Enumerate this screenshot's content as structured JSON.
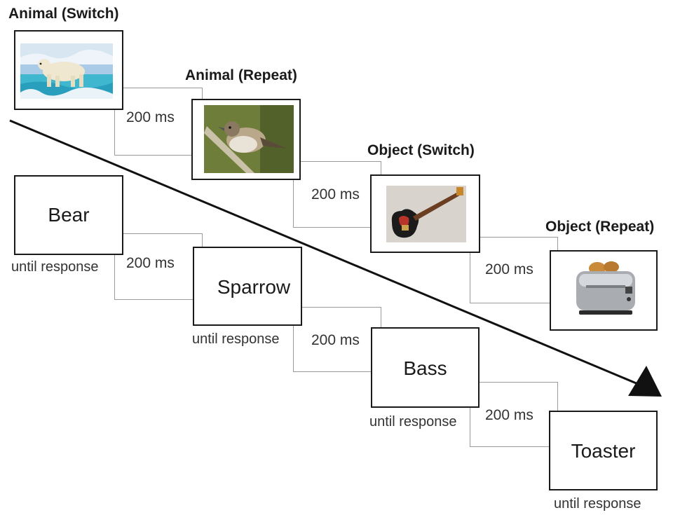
{
  "picture_trials": [
    {
      "label": "Animal (Switch)",
      "image": "polar-bear-photo"
    },
    {
      "label": "Animal (Repeat)",
      "image": "sparrow-photo"
    },
    {
      "label": "Object (Switch)",
      "image": "bass-guitar-photo"
    },
    {
      "label": "Object (Repeat)",
      "image": "toaster-photo"
    }
  ],
  "picture_isis": [
    "200 ms",
    "200 ms",
    "200 ms"
  ],
  "word_trials": [
    {
      "word": "Bear",
      "duration": "until response"
    },
    {
      "word": "Sparrow",
      "duration": "until response"
    },
    {
      "word": "Bass",
      "duration": "until response"
    },
    {
      "word": "Toaster",
      "duration": "until response"
    }
  ],
  "word_isis": [
    "200 ms",
    "200 ms",
    "200 ms"
  ],
  "colors": {
    "frame": "#1a1a1a",
    "connector": "#9a9a9a",
    "arrow": "#111111"
  }
}
